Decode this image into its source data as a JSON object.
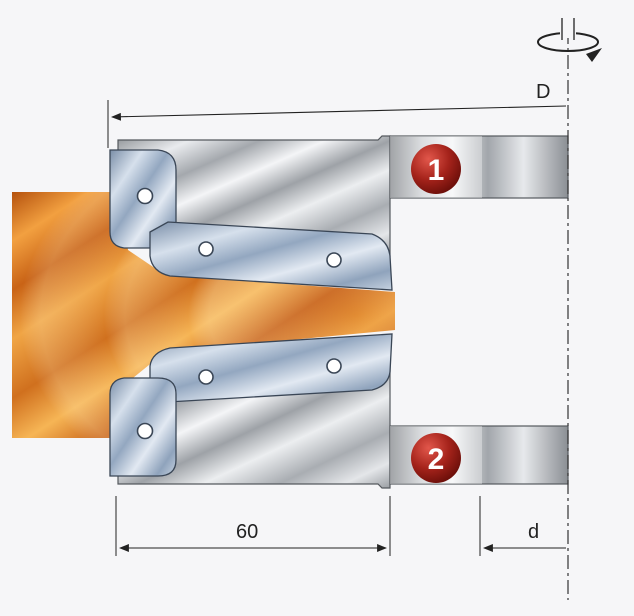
{
  "dimensions": {
    "outer_diameter": "D",
    "cutting_width": "60",
    "bore_diameter": "d"
  },
  "cutters": [
    {
      "number": "1"
    },
    {
      "number": "2"
    }
  ],
  "colors": {
    "background": "#f6f6f8",
    "marker_red": "#9c1a14",
    "wood": "#d9781c",
    "steel": "#c4c8cc",
    "knife": "#8fa3bc"
  },
  "icons": [
    "rotation-direction-icon"
  ]
}
